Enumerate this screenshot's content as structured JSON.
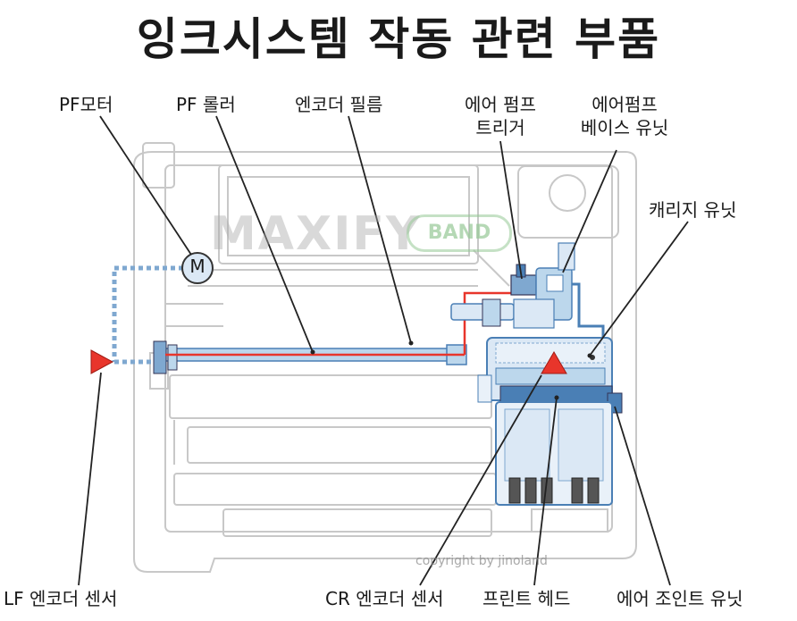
{
  "title": "잉크시스템 작동 관련 부품",
  "labels": {
    "pf_motor": "PF모터",
    "pf_roller": "PF 롤러",
    "encoder_film": "엔코더 필름",
    "air_pump_trigger_1": "에어 펌프",
    "air_pump_trigger_2": "트리거",
    "air_pump_base_1": "에어펌프",
    "air_pump_base_2": "베이스 유닛",
    "carriage_unit": "캐리지 유닛",
    "lf_encoder_sensor": "LF 엔코더 센서",
    "cr_encoder_sensor": "CR 엔코더 센서",
    "print_head": "프린트 헤드",
    "air_joint_unit": "에어 조인트 유닛"
  },
  "motor_letter": "M",
  "watermark": {
    "text": "MAXIFY",
    "badge": "BAND"
  },
  "copyright": "copyright by jinoland",
  "colors": {
    "outline": "#c8c8c8",
    "highlight_red": "#e8352b",
    "highlight_blue": "#bcd7ec",
    "blue_dark": "#4a7fb5",
    "blue_mid": "#7fa8d0",
    "leader": "#222222"
  }
}
